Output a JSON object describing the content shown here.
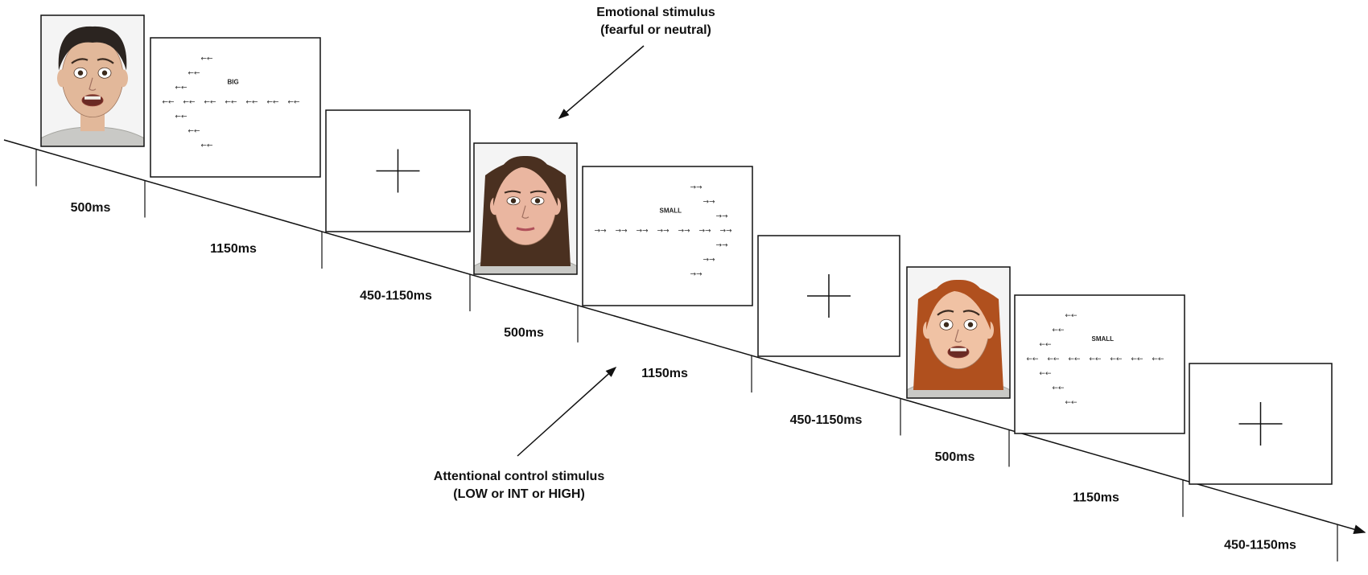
{
  "annotations": {
    "emotional_line1": "Emotional stimulus",
    "emotional_line2": "(fearful or neutral)",
    "attention_line1": "Attentional control stimulus",
    "attention_line2": "(LOW or INT or HIGH)"
  },
  "durations": [
    "500ms",
    "1150ms",
    "450-1150ms",
    "500ms",
    "1150ms",
    "450-1150ms",
    "500ms",
    "1150ms",
    "450-1150ms"
  ],
  "trials": [
    {
      "face": {
        "expression": "fearful",
        "hair": "#2b2420",
        "skin": "#e2b89a"
      },
      "flanker": {
        "word": "BIG",
        "glyph": "←"
      }
    },
    {
      "face": {
        "expression": "neutral",
        "hair": "#4a3020",
        "skin": "#eab6a0"
      },
      "flanker": {
        "word": "SMALL",
        "glyph": "→"
      }
    },
    {
      "face": {
        "expression": "fearful",
        "hair": "#b0501e",
        "skin": "#f0c2a4"
      },
      "flanker": {
        "word": "SMALL",
        "glyph": "←"
      }
    }
  ],
  "colors": {
    "line": "#111111",
    "background": "#ffffff"
  }
}
